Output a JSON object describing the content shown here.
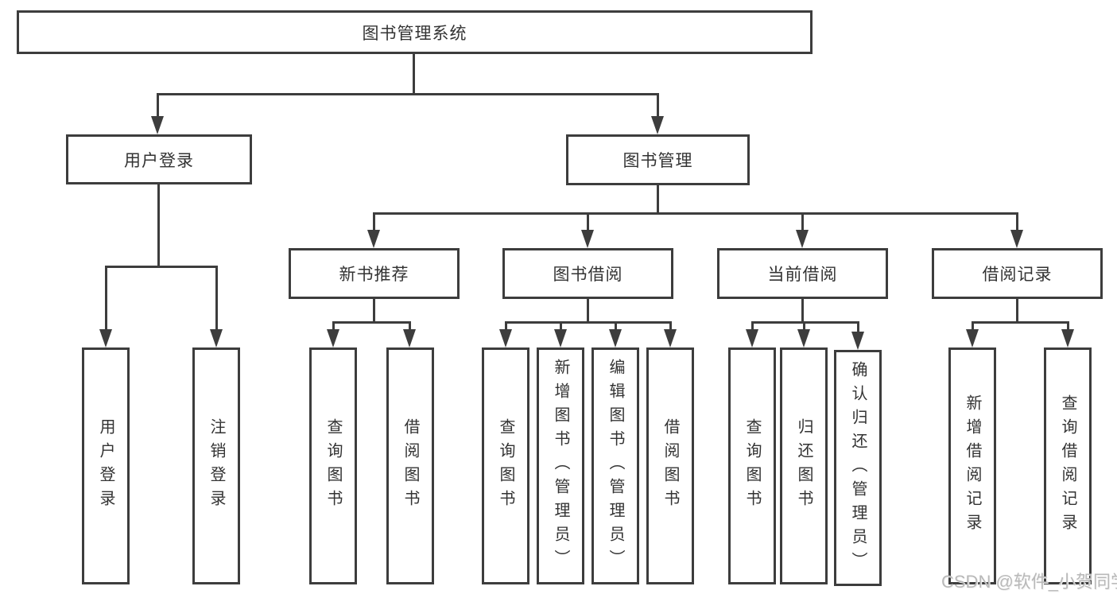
{
  "colors": {
    "line": "#3d3d3d",
    "box_border": "#3d3d3d",
    "box_fill": "#ffffff",
    "text": "#333333",
    "watermark_text": "#b9b9b9"
  },
  "nodes": {
    "root": {
      "label": "图书管理系统"
    },
    "level2": [
      {
        "label": "用户登录"
      },
      {
        "label": "图书管理"
      }
    ],
    "level3": [
      {
        "label": "新书推荐"
      },
      {
        "label": "图书借阅"
      },
      {
        "label": "当前借阅"
      },
      {
        "label": "借阅记录"
      }
    ],
    "leaves_login": [
      {
        "label": "用户登录"
      },
      {
        "label": "注销登录"
      }
    ],
    "leaves_recommend": [
      {
        "label": "查询图书"
      },
      {
        "label": "借阅图书"
      }
    ],
    "leaves_borrow": [
      {
        "label": "查询图书"
      },
      {
        "label": "新增图书（管理员）"
      },
      {
        "label": "编辑图书（管理员）"
      },
      {
        "label": "借阅图书"
      }
    ],
    "leaves_current": [
      {
        "label": "查询图书"
      },
      {
        "label": "归还图书"
      },
      {
        "label": "确认归还（管理员）"
      }
    ],
    "leaves_records": [
      {
        "label": "新增借阅记录"
      },
      {
        "label": "查询借阅记录"
      }
    ]
  },
  "watermark": {
    "text": "CSDN @软件_小贺同学"
  }
}
